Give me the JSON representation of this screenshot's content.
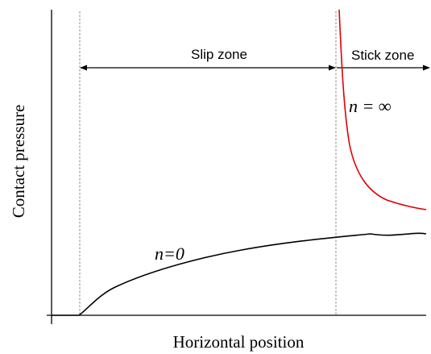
{
  "figure": {
    "ylabel": "Contact pressure",
    "xlabel": "Horizontal position",
    "zones": {
      "slip_label": "Slip zone",
      "stick_label": "Stick zone"
    },
    "curves": {
      "n0_label": "n=0",
      "ninf_label": "n = ∞",
      "n0_color": "#000000",
      "ninf_color": "#e00000"
    },
    "guide_color": "#7a7a7a"
  }
}
